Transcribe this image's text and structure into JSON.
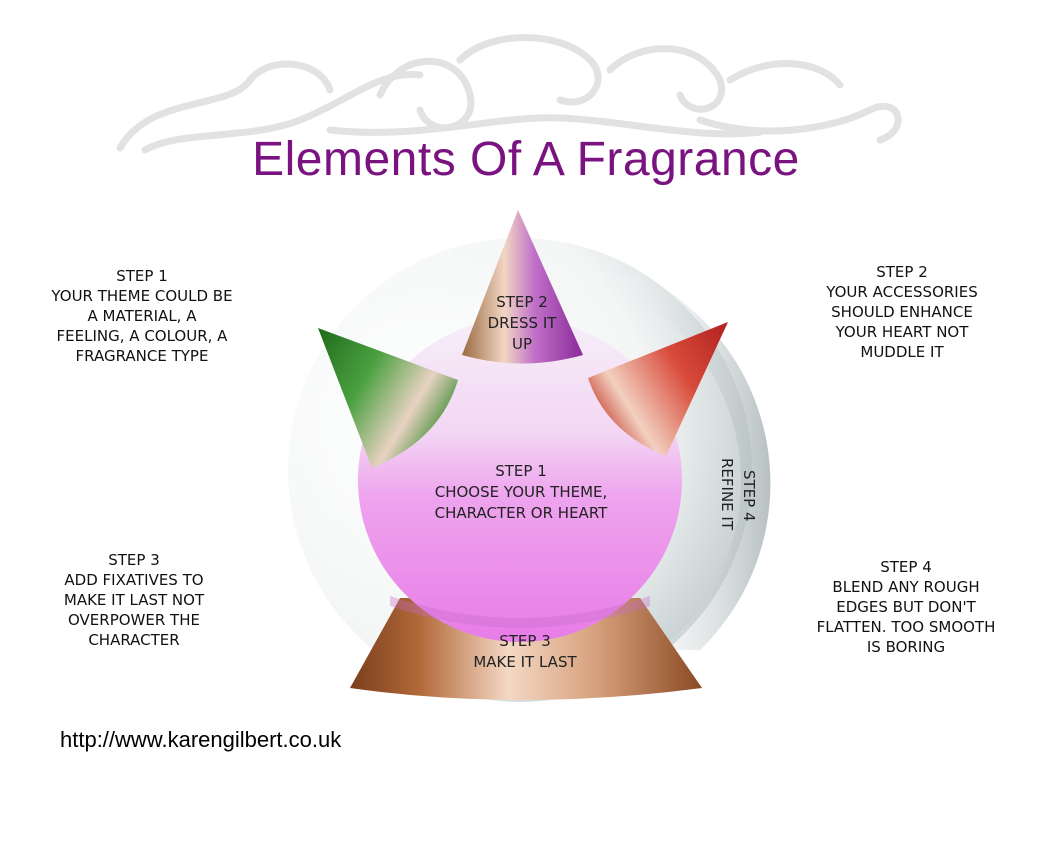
{
  "title": "Elements Of A Fragrance",
  "url": "http://www.karengilbert.co.uk",
  "side_notes": {
    "step1": {
      "heading": "STEP 1",
      "lines": [
        "YOUR THEME COULD BE",
        "A MATERIAL, A",
        "FEELING, A COLOUR, A",
        "FRAGRANCE TYPE"
      ]
    },
    "step2": {
      "heading": "STEP 2",
      "lines": [
        "YOUR ACCESSORIES",
        "SHOULD ENHANCE",
        "YOUR HEART NOT",
        "MUDDLE IT"
      ]
    },
    "step3": {
      "heading": "STEP 3",
      "lines": [
        "ADD FIXATIVES TO",
        "MAKE IT LAST NOT",
        "OVERPOWER THE",
        "CHARACTER"
      ]
    },
    "step4": {
      "heading": "STEP 4",
      "lines": [
        "BLEND ANY ROUGH",
        "EDGES BUT DON'T",
        "FLATTEN.  TOO SMOOTH",
        "IS BORING"
      ]
    }
  },
  "diagram": {
    "cone_top": {
      "lines": [
        "STEP 2",
        "DRESS IT",
        "UP"
      ]
    },
    "sphere": {
      "lines": [
        "STEP 1",
        "CHOOSE YOUR THEME,",
        "CHARACTER OR HEART"
      ]
    },
    "base": {
      "lines": [
        "STEP 3",
        "MAKE IT LAST"
      ]
    },
    "ring": {
      "lines": [
        "STEP 4",
        "REFINE IT"
      ]
    }
  },
  "colors": {
    "title": "#7a1280",
    "sphere": "#ee88ee",
    "base": "#a0602e",
    "cone_green": "#3a8a30",
    "cone_red": "#cc3030",
    "cone_purple": "#9a3ab0"
  }
}
